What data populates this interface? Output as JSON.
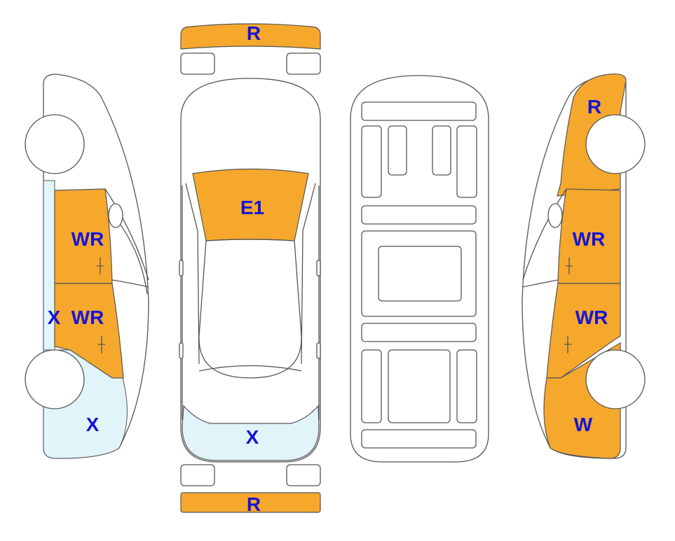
{
  "colors": {
    "damage_orange": "#F6A82D",
    "light_blue": "#E1F4FA",
    "outline": "#555555",
    "label": "#1515D6"
  },
  "labels": {
    "front_bumper": "R",
    "rear_bumper": "R",
    "hood": "E1",
    "roof_rear": "X",
    "left_front_door": "WR",
    "left_rear_door": "WR",
    "left_rocker": "X",
    "left_rear_quarter": "X",
    "right_front_fender": "R",
    "right_front_door": "WR",
    "right_rear_door": "WR",
    "right_rear_quarter": "W"
  }
}
